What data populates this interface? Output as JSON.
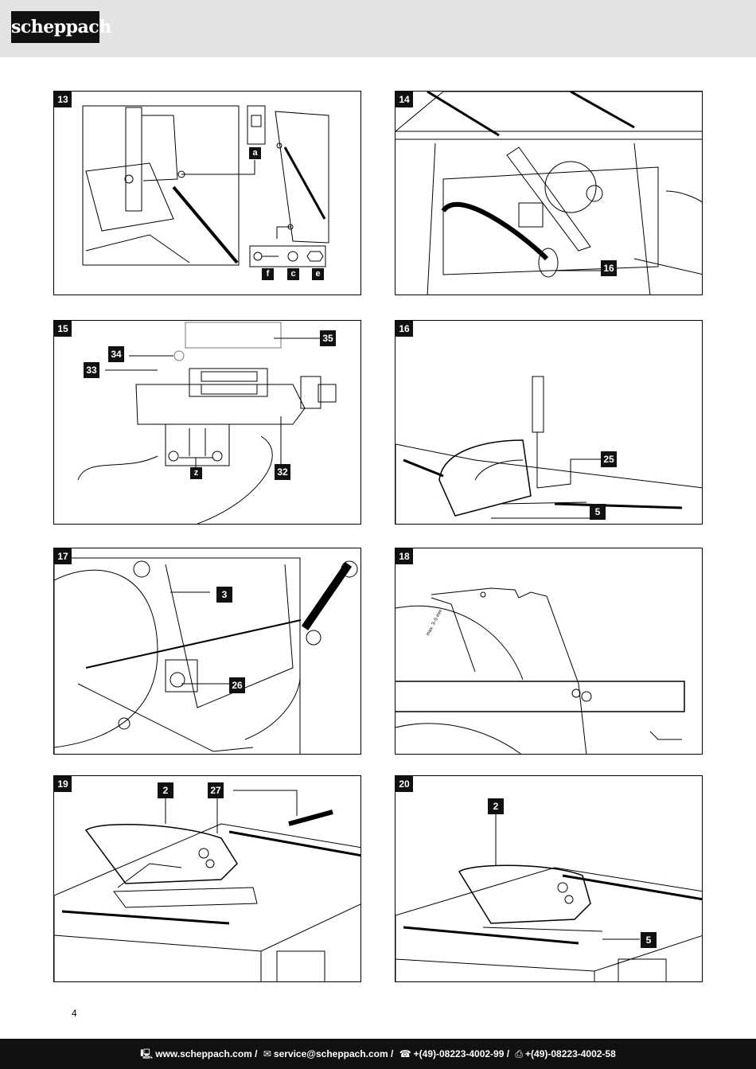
{
  "header": {
    "logo_text": "scheppach"
  },
  "figures": [
    {
      "number": "13",
      "labels": [
        "a",
        "f",
        "c",
        "e"
      ]
    },
    {
      "number": "14",
      "labels": [
        "16"
      ]
    },
    {
      "number": "15",
      "labels": [
        "35",
        "34",
        "33",
        "32",
        "z"
      ]
    },
    {
      "number": "16",
      "labels": [
        "25",
        "5"
      ]
    },
    {
      "number": "17",
      "labels": [
        "3",
        "26"
      ]
    },
    {
      "number": "18",
      "labels": [],
      "annotation": "max. 3–5 mm"
    },
    {
      "number": "19",
      "labels": [
        "2",
        "27"
      ]
    },
    {
      "number": "20",
      "labels": [
        "2",
        "5"
      ]
    }
  ],
  "page_number": "4",
  "footer": {
    "web": "www.scheppach.com /",
    "email": "service@scheppach.com /",
    "phone": "+(49)-08223-4002-99 /",
    "fax": "+(49)-08223-4002-58"
  }
}
